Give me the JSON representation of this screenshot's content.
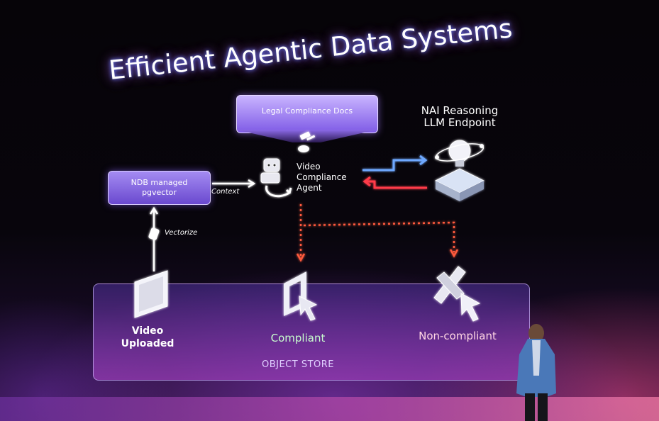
{
  "title": "Efficient Agentic Data Systems",
  "nodes": {
    "legal_docs": "Legal Compliance Docs",
    "ndb": "NDB managed pgvector",
    "ndb_line1": "NDB managed",
    "ndb_line2": "pgvector",
    "agent_line1": "Video",
    "agent_line2": "Compliance",
    "agent_line3": "Agent",
    "nai_line1": "NAI Reasoning",
    "nai_line2": "LLM Endpoint",
    "video_line1": "Video",
    "video_line2": "Uploaded",
    "compliant": "Compliant",
    "non_compliant": "Non-compliant",
    "object_store": "OBJECT STORE"
  },
  "edges": {
    "context": "Context",
    "vectorize": "Vectorize"
  },
  "colors": {
    "request_arrow": "#6ea8ff",
    "response_arrow": "#ff3b4a",
    "dotted_arrow": "#ff5a3c",
    "accent_purple": "#7f5be6"
  }
}
